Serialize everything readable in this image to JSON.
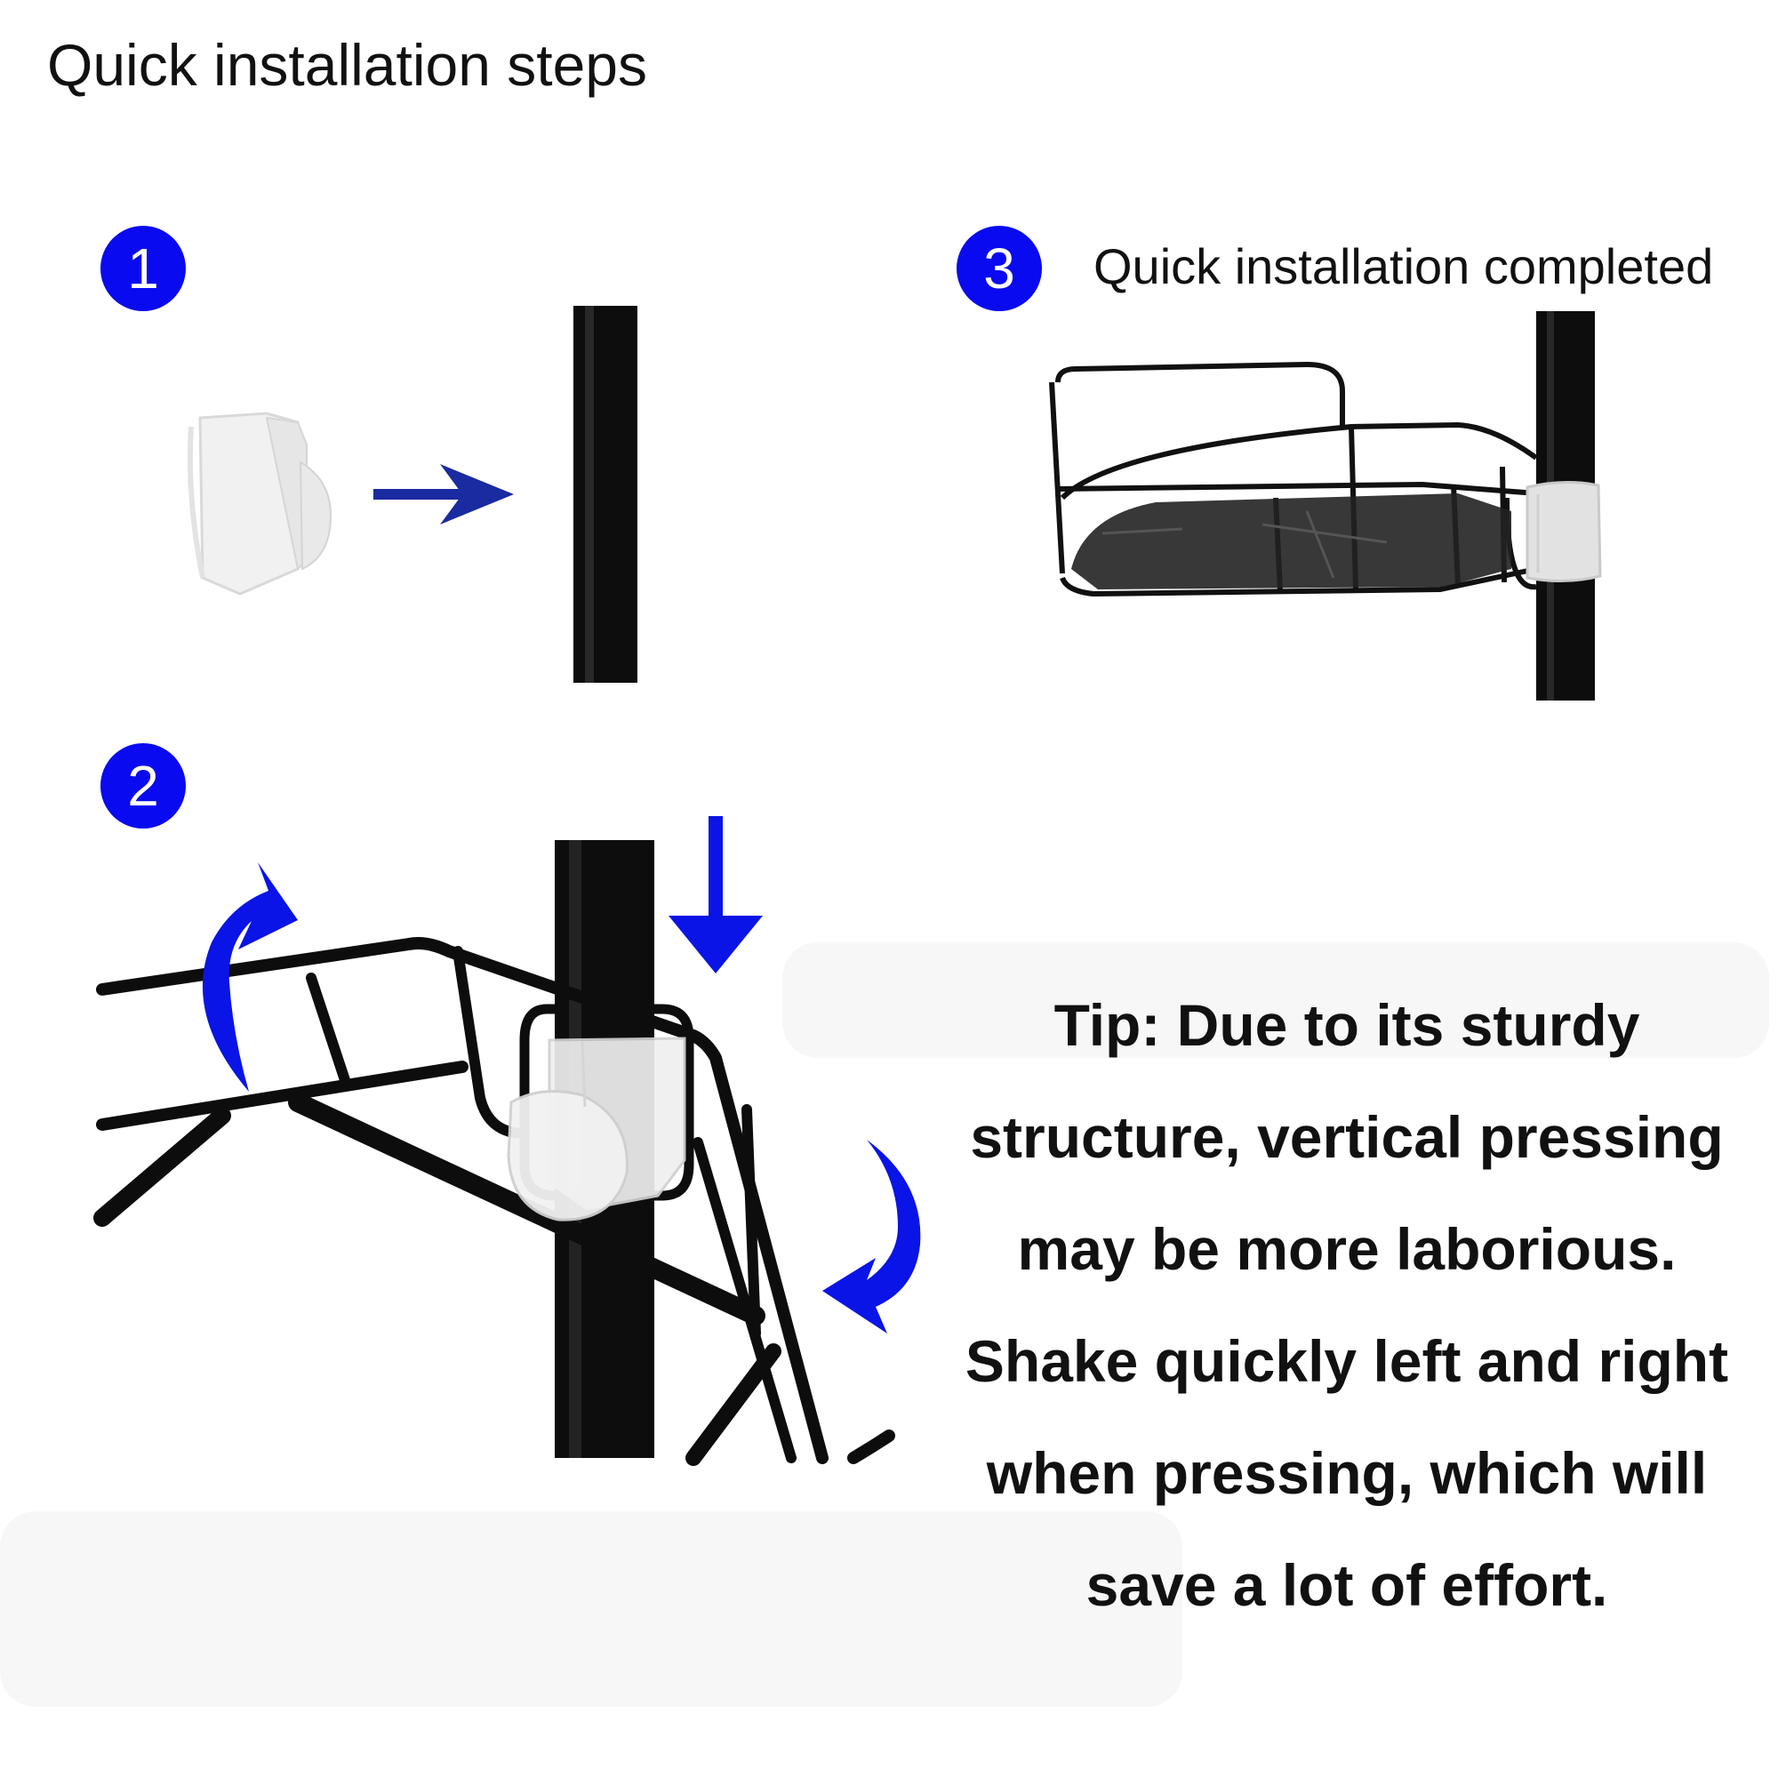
{
  "title": "Quick installation steps",
  "steps": [
    {
      "number": "1"
    },
    {
      "number": "2"
    },
    {
      "number": "3",
      "caption": "Quick installation completed"
    }
  ],
  "tip": {
    "lines": [
      "Tip: Due to its sturdy",
      "structure, vertical pressing",
      "may be more laborious.",
      "Shake quickly left and right",
      "when pressing, which will",
      "save a lot of effort."
    ]
  },
  "colors": {
    "badge": "#0a0af0",
    "arrow_step1": "#1a2aa0",
    "arrow_blue": "#0a14e6",
    "metal": "#111111",
    "clip": "#eeeeee"
  }
}
